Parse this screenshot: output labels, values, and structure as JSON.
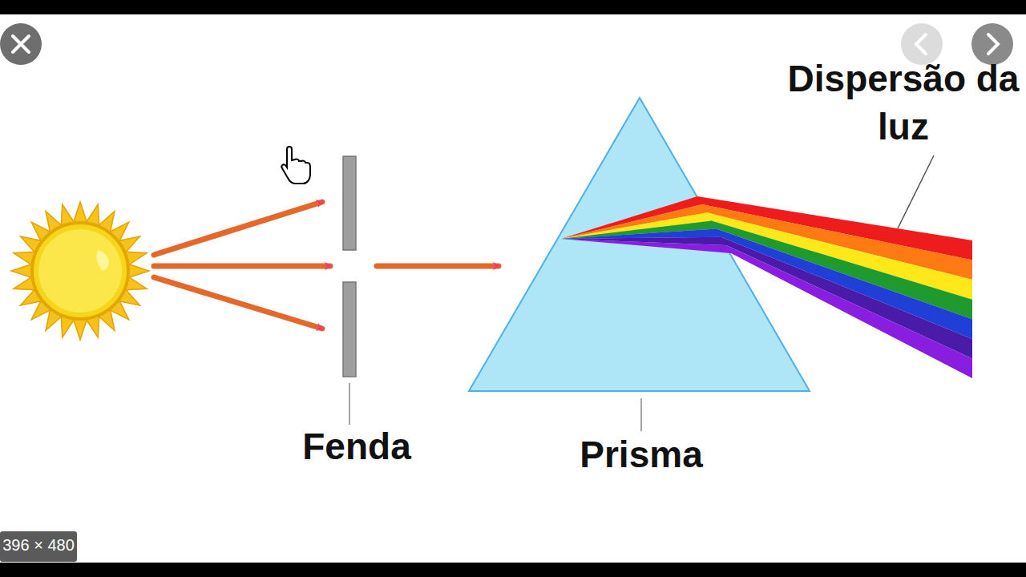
{
  "diagram": {
    "labels": [
      "Fenda",
      "Prisma",
      "Dispersão da luz",
      "396 × 480"
    ]
  }
}
